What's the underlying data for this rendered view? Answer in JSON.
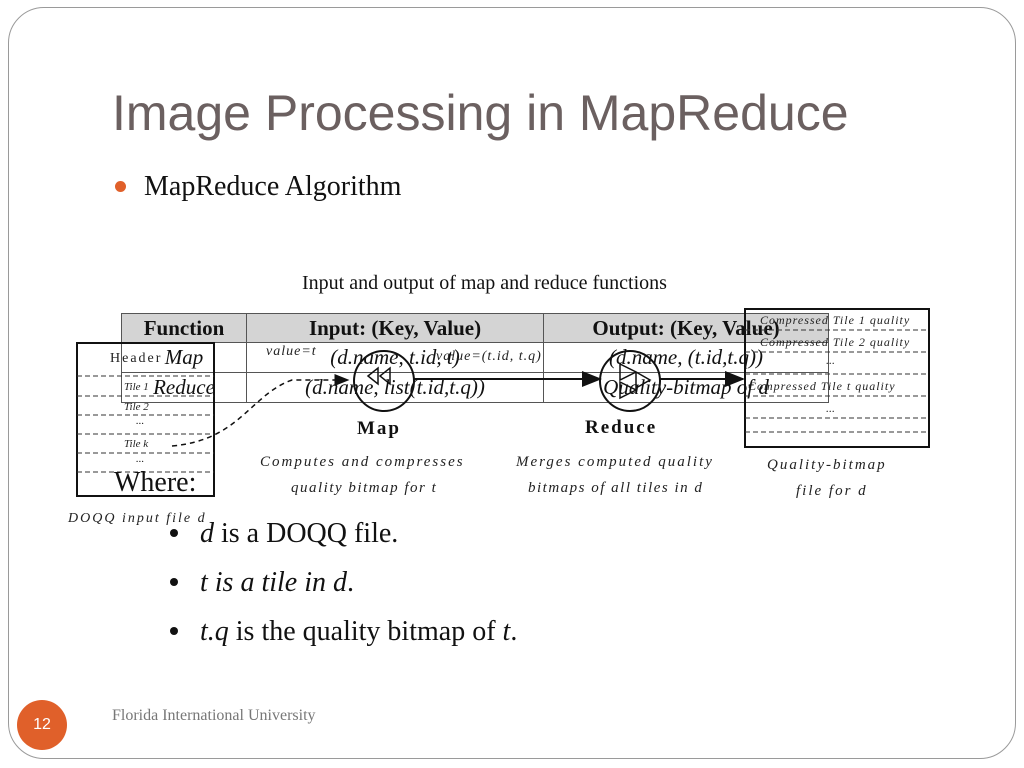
{
  "slide": {
    "title": "Image Processing in MapReduce",
    "bullet": "MapReduce Algorithm",
    "caption": "Input and output of map and reduce functions",
    "page_number": "12",
    "footer": "Florida International University"
  },
  "table": {
    "headers": [
      "Function",
      "Input: (Key, Value)",
      "Output: (Key, Value)"
    ],
    "rows": [
      [
        "Map",
        "(d.name, t.id, t)",
        "(d.name, (t.id,t.q))"
      ],
      [
        "Reduce",
        "(d.name, list(t.id,t.q))",
        "Quality-bitmap of d"
      ]
    ]
  },
  "diagram": {
    "input_file": {
      "header": "Header",
      "tiles": [
        "Tile 1",
        "Tile 2",
        "...",
        "Tile k",
        "..."
      ],
      "label": "DOQQ input file d"
    },
    "map": {
      "input_label": "value=t",
      "name": "Map",
      "desc_1": "Computes and compresses",
      "desc_2": "quality bitmap for t"
    },
    "reduce": {
      "input_label": "value=(t.id, t.q)",
      "name": "Reduce",
      "desc_1": "Merges computed quality",
      "desc_2": "bitmaps of all tiles in d"
    },
    "output_file": {
      "rows": [
        "Compressed Tile 1 quality",
        "Compressed Tile 2 quality",
        "...",
        "Compressed Tile t quality",
        "..."
      ],
      "label_1": "Quality-bitmap",
      "label_2": "file for d"
    }
  },
  "where": {
    "label": "Where:",
    "items": [
      {
        "var": "d",
        "rest": " is a DOQQ file."
      },
      {
        "var": "t is a tile in d",
        "rest": "."
      },
      {
        "var": "t.q",
        "rest": " is the quality bitmap of ",
        "var2": "t",
        "tail": "."
      }
    ]
  }
}
